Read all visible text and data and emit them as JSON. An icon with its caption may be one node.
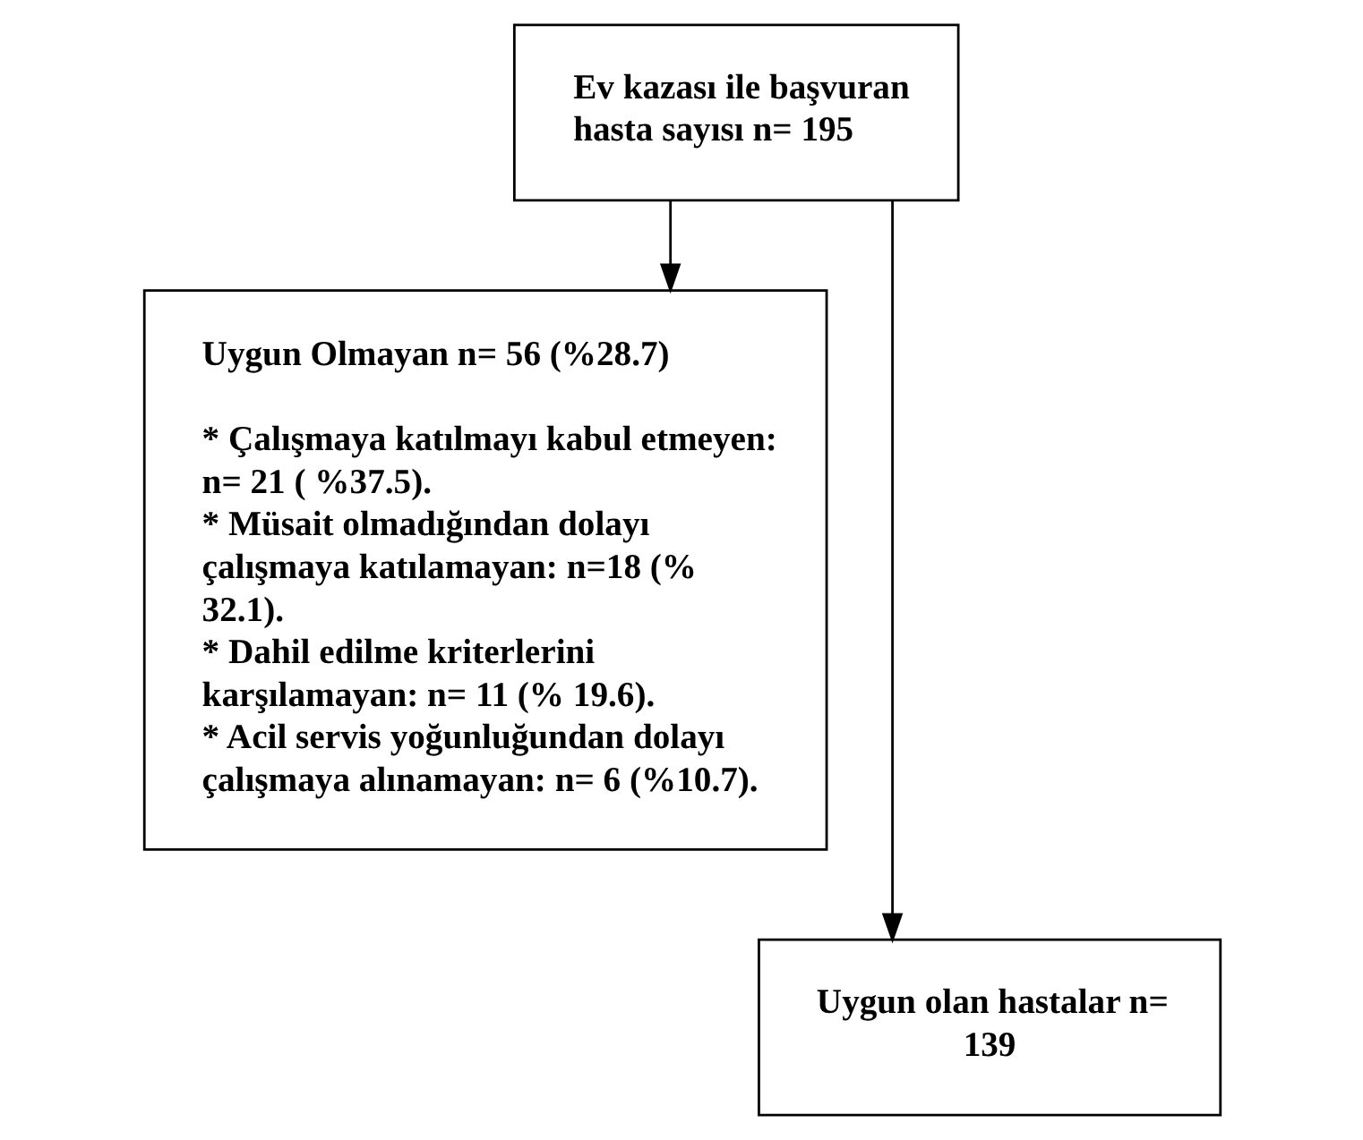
{
  "diagram": {
    "nodes": [
      {
        "text": [
          "Ev kazası ile başvuran hasta sayısı n= 195"
        ]
      },
      {
        "text": [
          "Uygun Olmayan n= 56 (%28.7)",
          "* Çalışmaya katılmayı kabul etmeyen: n= 21 ( %37.5).",
          "* Müsait olmadığından dolayı çalışmaya katılamayan: n=18 (% 32.1).",
          "* Dahil edilme kriterlerini karşılamayan: n= 11 (% 19.6).",
          "* Acil servis yoğunluğundan dolayı çalışmaya alınamayan: n= 6 (%10.7)."
        ]
      },
      {
        "text": [
          "Uygun olan hastalar n= 139"
        ]
      }
    ],
    "edges": [
      {
        "from": 0,
        "to": 1,
        "arrow": "to"
      },
      {
        "from": 0,
        "to": 2,
        "arrow": "to"
      }
    ]
  }
}
